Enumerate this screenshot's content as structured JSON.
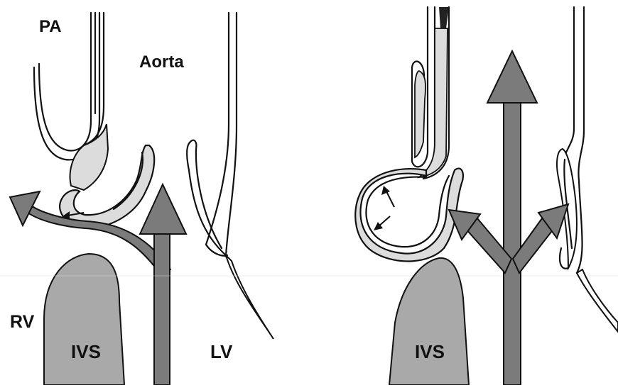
{
  "colors": {
    "arrow_fill": "#7b7b7b",
    "septum_fill": "#a9a9a9",
    "tissue_fill": "#dcdcdc",
    "line": "#111111",
    "background": "#ffffff"
  },
  "panels": [
    {
      "labels": {
        "pa": "PA",
        "aorta": "Aorta",
        "rv": "RV",
        "ivs": "IVS",
        "lv": "LV"
      }
    },
    {
      "labels": {
        "ivs": "IVS"
      }
    }
  ]
}
